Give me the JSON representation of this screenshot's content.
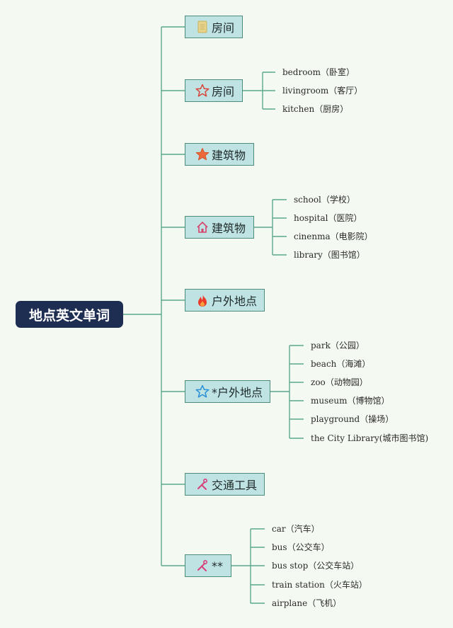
{
  "root": "地点英文单词",
  "branches": [
    {
      "label": "房间",
      "icon": "document-icon",
      "children": []
    },
    {
      "label": "房间",
      "icon": "star-outline-red-icon",
      "children": [
        "bedroom（卧室）",
        "livingroom（客厅）",
        "kitchen（厨房）"
      ]
    },
    {
      "label": "建筑物",
      "icon": "star-filled-orange-icon",
      "children": []
    },
    {
      "label": "建筑物",
      "icon": "house-icon",
      "children": [
        "school（学校）",
        "hospital（医院）",
        "cinenma（电影院）",
        "library（图书馆）"
      ]
    },
    {
      "label": "户外地点",
      "icon": "flame-icon",
      "children": []
    },
    {
      "label": "*户外地点",
      "icon": "star-outline-blue-icon",
      "children": [
        "park（公园）",
        "beach（海滩）",
        "zoo（动物园）",
        "museum（博物馆）",
        "playground（操场）",
        "the City Library(城市图书馆)"
      ]
    },
    {
      "label": "交通工具",
      "icon": "tools-icon",
      "children": []
    },
    {
      "label": "**",
      "icon": "tools-icon",
      "children": [
        "car（汽车）",
        "bus（公交车）",
        "bus stop（公交车站）",
        "train station（火车站）",
        "airplane（飞机）"
      ]
    }
  ],
  "colors": {
    "root_bg": "#1e2d52",
    "node_bg": "#bfe3e3",
    "node_border": "#4b8c7b",
    "line": "#5aa88e",
    "background": "#f4faf1"
  }
}
